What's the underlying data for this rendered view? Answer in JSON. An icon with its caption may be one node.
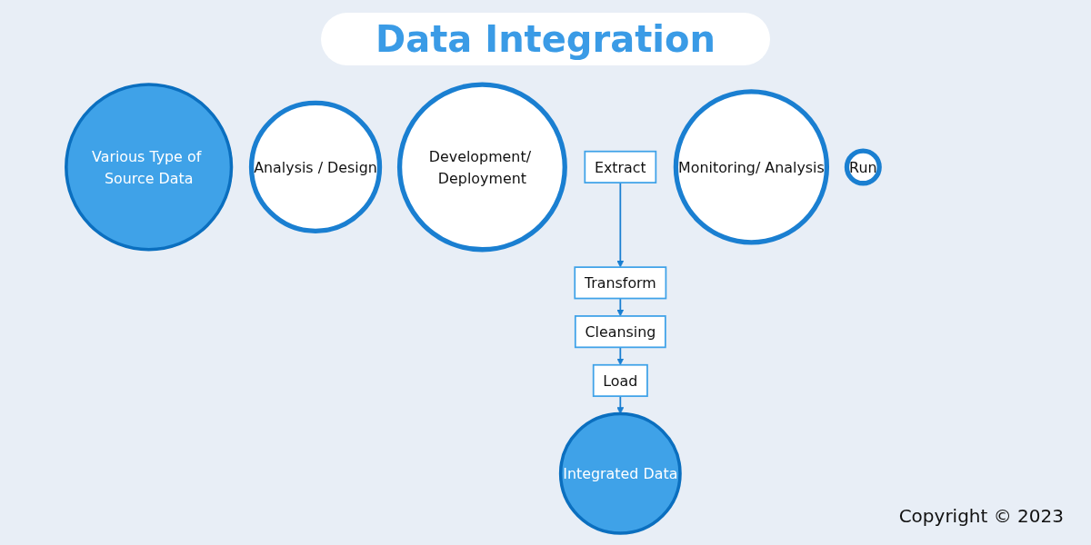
{
  "diagram": {
    "title": "Data Integration",
    "nodes": [
      {
        "text": [
          "Various Type of Source Data"
        ]
      },
      {
        "text": [
          "Analysis / Design"
        ]
      },
      {
        "text": [
          "Development/ Deployment"
        ]
      },
      {
        "text": [
          "Extract"
        ]
      },
      {
        "text": [
          "Transform"
        ]
      },
      {
        "text": [
          "Cleansing"
        ]
      },
      {
        "text": [
          "Load"
        ]
      },
      {
        "text": [
          "Monitoring/ Analysis"
        ]
      },
      {
        "text": [
          "Run"
        ]
      },
      {
        "text": [
          "Integrated Data"
        ]
      }
    ],
    "edges": [
      {
        "from": 3,
        "to": 4,
        "arrow": "to"
      },
      {
        "from": 4,
        "to": 5,
        "arrow": "to"
      },
      {
        "from": 5,
        "to": 6,
        "arrow": "to"
      },
      {
        "from": 6,
        "to": 9,
        "arrow": "to"
      }
    ],
    "labels": [
      "Copyright © 2023"
    ]
  }
}
